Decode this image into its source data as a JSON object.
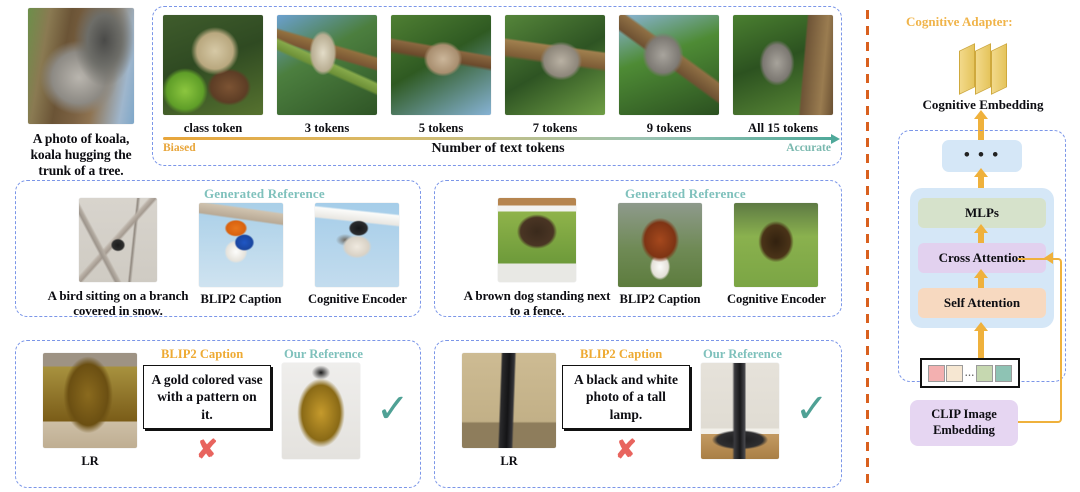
{
  "figure": {
    "left_section": {
      "top_row": {
        "source": {
          "caption": "A photo of koala, koala hugging the trunk of a tree.",
          "image_name": "koala-on-tree-trunk"
        },
        "token_steps": [
          {
            "label": "class token",
            "image_name": "generated-koala-class-token"
          },
          {
            "label": "3 tokens",
            "image_name": "generated-koala-3-tokens"
          },
          {
            "label": "5 tokens",
            "image_name": "generated-koala-5-tokens"
          },
          {
            "label": "7 tokens",
            "image_name": "generated-koala-7-tokens"
          },
          {
            "label": "9 tokens",
            "image_name": "generated-koala-9-tokens"
          },
          {
            "label": "All 15 tokens",
            "image_name": "generated-koala-all-15-tokens"
          }
        ],
        "axis": {
          "left_label": "Biased",
          "right_label": "Accurate",
          "center_label": "Number of text tokens",
          "left_color": "#e8a53a",
          "right_color": "#4fa99a"
        }
      },
      "middle_row": [
        {
          "header": "Generated Reference",
          "source": {
            "caption": "A bird sitting on a branch covered in snow.",
            "image_name": "lr-bird-on-snowy-branch"
          },
          "results": [
            {
              "label": "BLIP2 Caption",
              "image_name": "blip2-generated-colorful-bird"
            },
            {
              "label": "Cognitive Encoder",
              "image_name": "cognitive-encoder-generated-chickadee"
            }
          ]
        },
        {
          "header": "Generated Reference",
          "source": {
            "caption": "A brown dog standing next to a fence.",
            "image_name": "lr-brown-curly-dog"
          },
          "results": [
            {
              "label": "BLIP2 Caption",
              "image_name": "blip2-generated-brown-hound"
            },
            {
              "label": "Cognitive Encoder",
              "image_name": "cognitive-encoder-generated-curly-dog"
            }
          ]
        }
      ],
      "bottom_row": [
        {
          "lr_label": "LR",
          "lr_image_name": "lr-gold-armor-torso",
          "blip_header": "BLIP2 Caption",
          "blip_caption": "A gold colored vase with a pattern on it.",
          "blip_mark": "✘",
          "our_header": "Our Reference",
          "our_image_name": "our-reference-gold-armor",
          "our_mark": "✓"
        },
        {
          "lr_label": "LR",
          "lr_image_name": "lr-tall-dark-object",
          "blip_header": "BLIP2 Caption",
          "blip_caption": "A black and white photo of a tall lamp.",
          "blip_mark": "✘",
          "our_header": "Our Reference",
          "our_image_name": "our-reference-vacuum-cleaner",
          "our_mark": "✓"
        }
      ]
    },
    "right_section": {
      "title": "Cognitive Adapter:",
      "output_label": "Cognitive Embedding",
      "blocks": [
        {
          "label": "• • •",
          "color": "#d5e7f7"
        },
        {
          "label": "MLPs",
          "color": "#d6e2cb"
        },
        {
          "label": "Cross Attention",
          "color": "#e2d1ef"
        },
        {
          "label": "Self Attention",
          "color": "#f7d9c0"
        }
      ],
      "token_sequence": [
        "#f3b0b0",
        "#f6e7d2",
        "...",
        "#c6d8b0",
        "#8ec3b4"
      ],
      "input_label": "CLIP Image Embedding",
      "accent_arrow_color": "#efb13c",
      "divider_color": "#d9601e"
    }
  }
}
